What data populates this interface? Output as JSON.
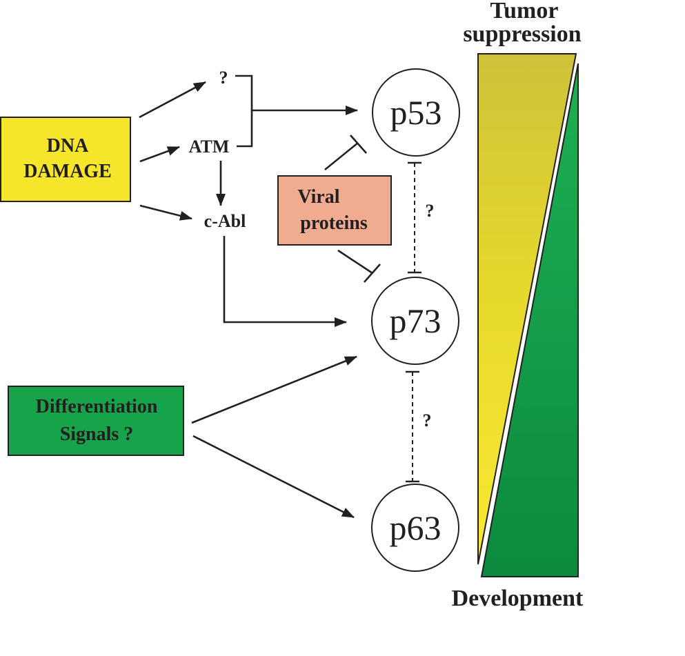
{
  "stimuli": {
    "dna_damage": {
      "line1": "DNA",
      "line2": "DAMAGE",
      "color": "#f6e62b"
    },
    "differentiation": {
      "line1": "Differentiation",
      "line2": "Signals  ?",
      "color": "#16a34a"
    },
    "viral": {
      "line1": "Viral",
      "line2": "proteins",
      "color": "#f0ac90"
    }
  },
  "mediators": {
    "unknown": "?",
    "atm": "ATM",
    "cabl": "c-Abl"
  },
  "proteins": {
    "p53": "p53",
    "p73": "p73",
    "p63": "p63"
  },
  "interactions": {
    "p53_p73": "?",
    "p73_p63": "?"
  },
  "gradient": {
    "top_label_line1": "Tumor",
    "top_label_line2": "suppression",
    "bottom_label": "Development",
    "yellow_top": "#cfc23a",
    "yellow_bottom": "#fae834",
    "green_top": "#1fb053",
    "green_bottom": "#0b8a3e"
  }
}
